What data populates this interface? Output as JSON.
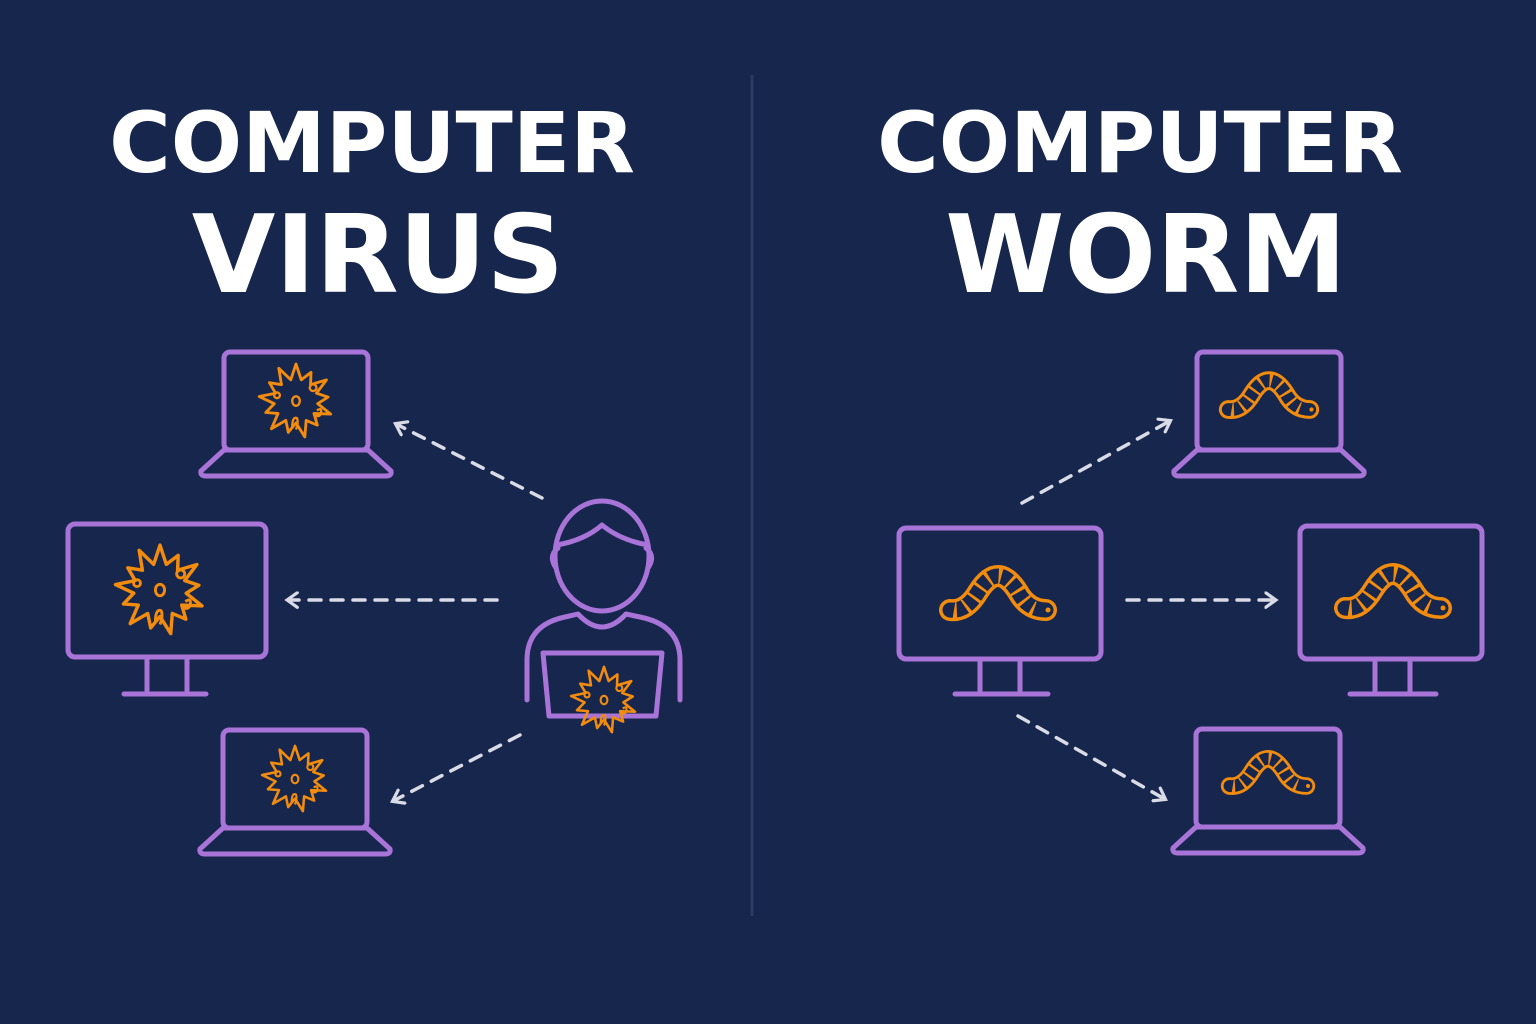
{
  "left_panel": {
    "title_line1": "COMPUTER",
    "title_line2": "VIRUS",
    "icon": "virus-icon"
  },
  "right_panel": {
    "title_line1": "COMPUTER",
    "title_line2": "WORM",
    "icon": "worm-icon"
  },
  "colors": {
    "background": "#17264c",
    "device_outline": "#a874d8",
    "malware": "#f28c0f",
    "arrow": "#d9dce6",
    "text": "#ffffff"
  }
}
